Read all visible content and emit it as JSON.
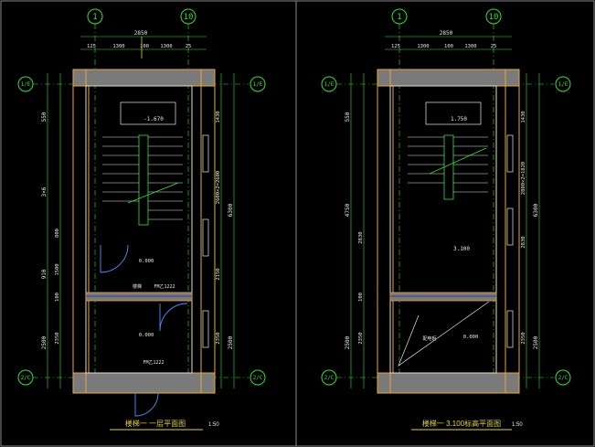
{
  "colors": {
    "background": "#000000",
    "grid_line": "#33e033",
    "wall_outline": "#e8a838",
    "wall_fill": "#7a7a7a",
    "text_green": "#33e033",
    "text_white": "#e8e8e8",
    "door": "#4a90ff",
    "divider": "#3a3aa0"
  },
  "plans": [
    {
      "grid_top": [
        "1",
        "10"
      ],
      "row_labels": [
        "1/E",
        "2/C"
      ],
      "top_dims": [
        "2850",
        "125",
        "1300",
        "100",
        "1300",
        "25"
      ],
      "left_dims": [
        "550",
        "3×6",
        "800",
        "910",
        "1500",
        "100",
        "2350",
        "2500"
      ],
      "right_dims": [
        "1430",
        "2150",
        "2350",
        "2500",
        "6300",
        "2600×2=2600"
      ],
      "levels": [
        "-1.670",
        "0.000",
        "0.000"
      ],
      "labels": [
        "楼梯",
        "FM乙1222",
        "FM乙1222"
      ],
      "title": "楼梯一  一层平面图",
      "scale": "1:50"
    },
    {
      "grid_top": [
        "1",
        "10"
      ],
      "row_labels": [
        "1/E",
        "2/C"
      ],
      "top_dims": [
        "2850",
        "125",
        "1300",
        "100",
        "1300",
        "25"
      ],
      "left_dims": [
        "550",
        "4750",
        "2830",
        "100",
        "2350",
        "2500"
      ],
      "right_dims": [
        "1430",
        "2830",
        "2350",
        "2500",
        "6300",
        "2800×2=1820"
      ],
      "levels": [
        "1.750",
        "3.100",
        "0.000"
      ],
      "labels": [
        "配电柜"
      ],
      "title": "楼梯一  3.100标高平面图",
      "scale": "1:50"
    }
  ]
}
